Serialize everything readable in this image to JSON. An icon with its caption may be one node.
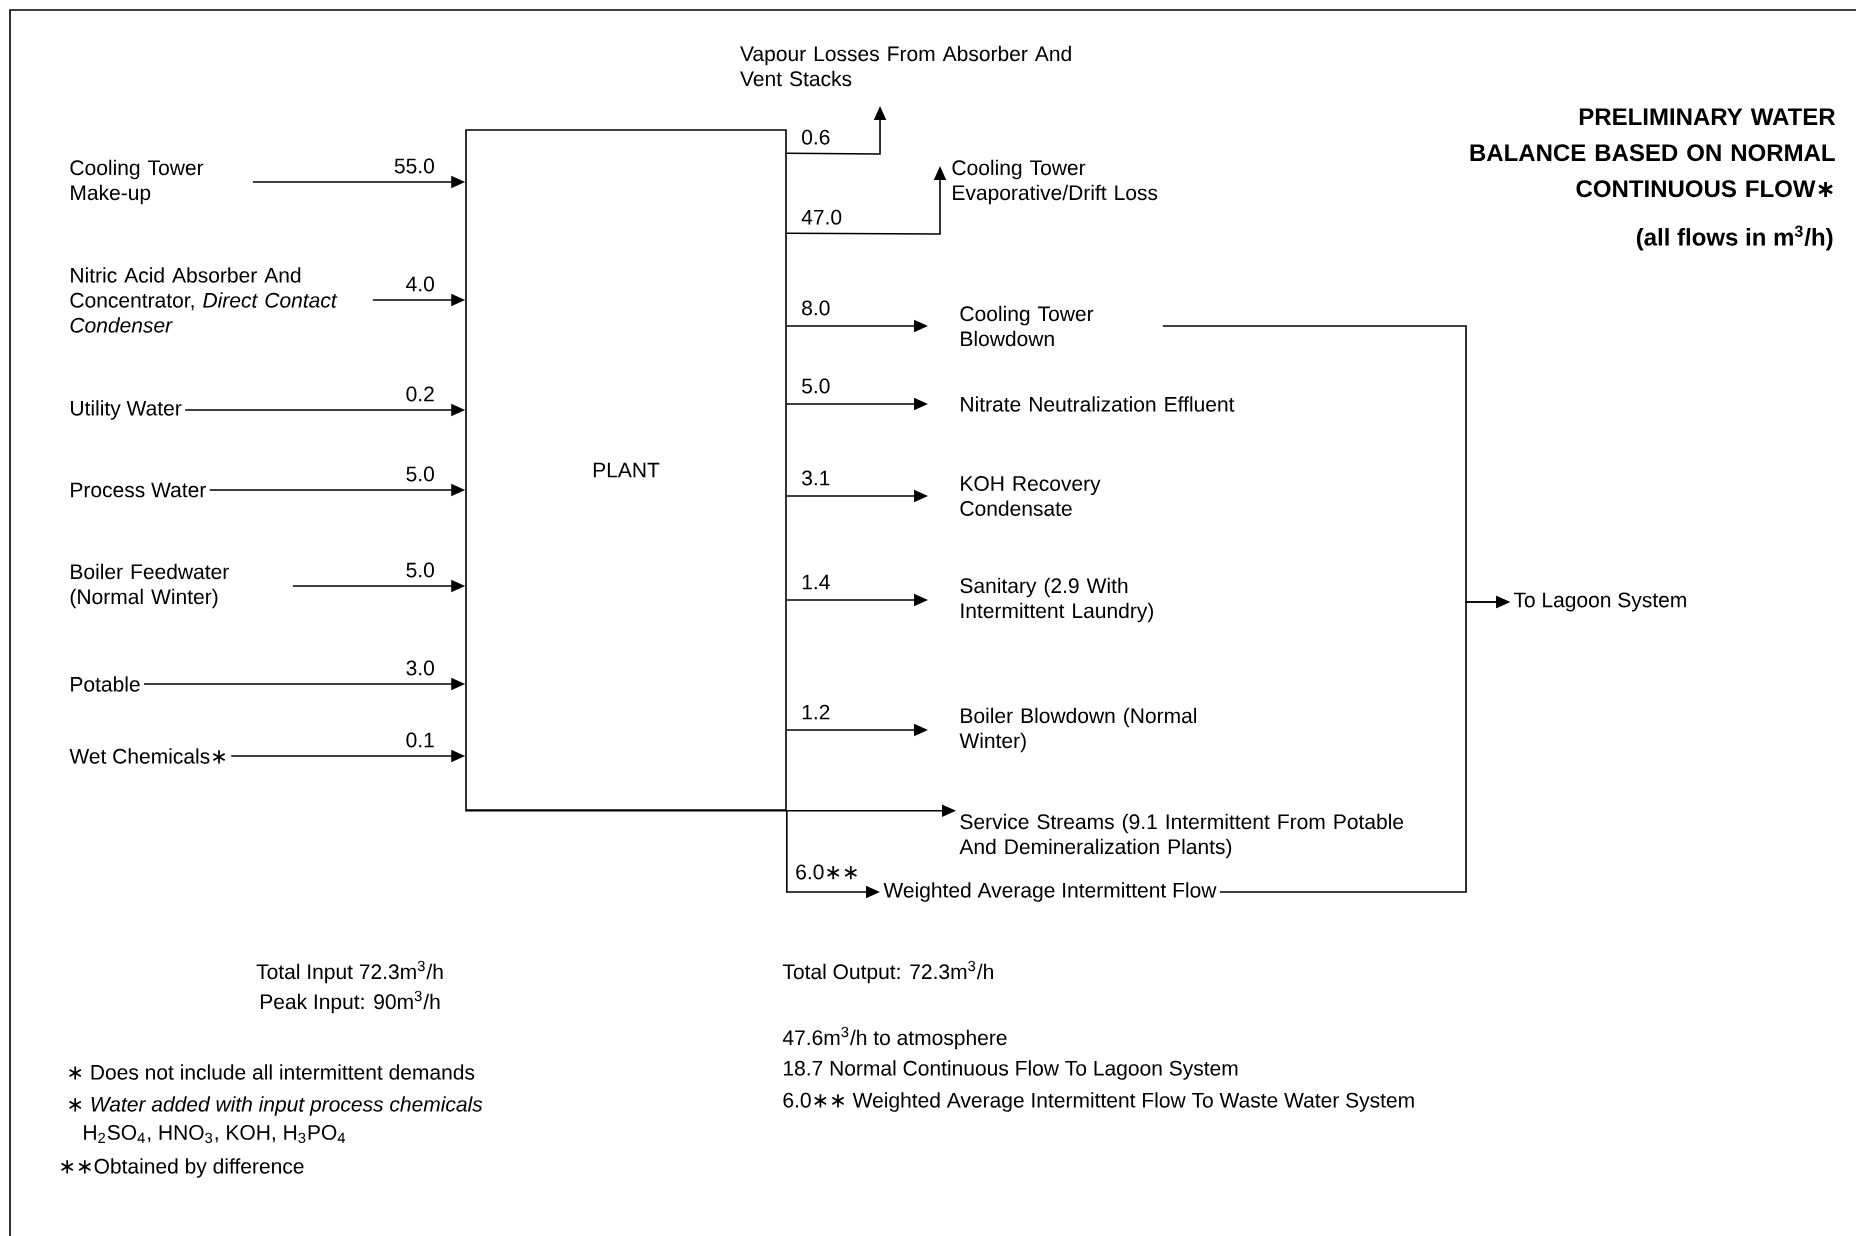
{
  "diagram": {
    "title": "PRELIMINARY WATER BALANCE BASED ON NORMAL CONTINUOUS FLOW∗",
    "nodes": [
      {
        "text": [
          "PLANT"
        ]
      },
      {
        "text": [
          "Cooling Tower Make-up"
        ]
      },
      {
        "text": [
          "Nitric Acid Absorber And Concentrator, *Direct Contact Condenser*"
        ]
      },
      {
        "text": [
          "Utility Water"
        ]
      },
      {
        "text": [
          "Process Water"
        ]
      },
      {
        "text": [
          "Boiler Feedwater (Normal Winter)"
        ]
      },
      {
        "text": [
          "Potable"
        ]
      },
      {
        "text": [
          "Wet Chemicals∗"
        ]
      },
      {
        "text": [
          "Vapour Losses From Absorber And Vent Stacks"
        ]
      },
      {
        "text": [
          "Cooling Tower Evaporative/Drift Loss"
        ]
      },
      {
        "text": [
          "Cooling Tower Blowdown"
        ]
      },
      {
        "text": [
          "Nitrate Neutralization Effluent"
        ]
      },
      {
        "text": [
          "KOH Recovery Condensate"
        ]
      },
      {
        "text": [
          "Sanitary (2.9 With Intermittent Laundry)"
        ]
      },
      {
        "text": [
          "Boiler Blowdown (Normal Winter)"
        ]
      },
      {
        "text": [
          "Service Streams (9.1 Intermittent From Potable And Demineralization Plants)"
        ]
      },
      {
        "text": [
          "Weighted Average Intermittent Flow"
        ]
      },
      {
        "text": [
          "To Lagoon System"
        ]
      }
    ],
    "edges": [
      {
        "from": 1,
        "to": 0,
        "arrow": "to",
        "label": "55.0"
      },
      {
        "from": 2,
        "to": 0,
        "arrow": "to",
        "label": "4.0"
      },
      {
        "from": 3,
        "to": 0,
        "arrow": "to",
        "label": "0.2"
      },
      {
        "from": 4,
        "to": 0,
        "arrow": "to",
        "label": "5.0"
      },
      {
        "from": 5,
        "to": 0,
        "arrow": "to",
        "label": "5.0"
      },
      {
        "from": 6,
        "to": 0,
        "arrow": "to",
        "label": "3.0"
      },
      {
        "from": 7,
        "to": 0,
        "arrow": "to",
        "label": "0.1"
      },
      {
        "from": 0,
        "to": 8,
        "arrow": "to",
        "label": "0.6"
      },
      {
        "from": 0,
        "to": 9,
        "arrow": "to",
        "label": "47.0"
      },
      {
        "from": 0,
        "to": 10,
        "arrow": "to",
        "label": "8.0"
      },
      {
        "from": 0,
        "to": 11,
        "arrow": "to",
        "label": "5.0"
      },
      {
        "from": 0,
        "to": 12,
        "arrow": "to",
        "label": "3.1"
      },
      {
        "from": 0,
        "to": 13,
        "arrow": "to",
        "label": "1.4"
      },
      {
        "from": 0,
        "to": 14,
        "arrow": "to",
        "label": "1.2"
      },
      {
        "from": 0,
        "to": 15,
        "arrow": "to"
      },
      {
        "from": 0,
        "to": 16,
        "arrow": "to",
        "label": "6.0∗∗"
      },
      {
        "from": 10,
        "to": 17,
        "arrow": "to"
      },
      {
        "from": 16,
        "to": 17,
        "arrow": "to"
      }
    ],
    "labels": [
      "(all flows in m$^{3}$/h)",
      "Total Input 72.3m$^{3}$/h",
      "Peak Input: 90m$^{3}$/h",
      "Total Output: 72.3m$^{3}$/h",
      "47.6m$^{3}$/h to atmosphere",
      "18.7 Normal Continuous Flow To Lagoon System",
      "6.0∗∗ Weighted Average Intermittent Flow To Waste Water System",
      "∗ Does not include all intermittent demands",
      "∗ Water added with input process chemicals",
      "H$_{2}$SO$_{4}$, HNO$_{3}$, KOH, H$_{3}$PO$_{4}$",
      "∗∗Obtained by difference"
    ]
  }
}
